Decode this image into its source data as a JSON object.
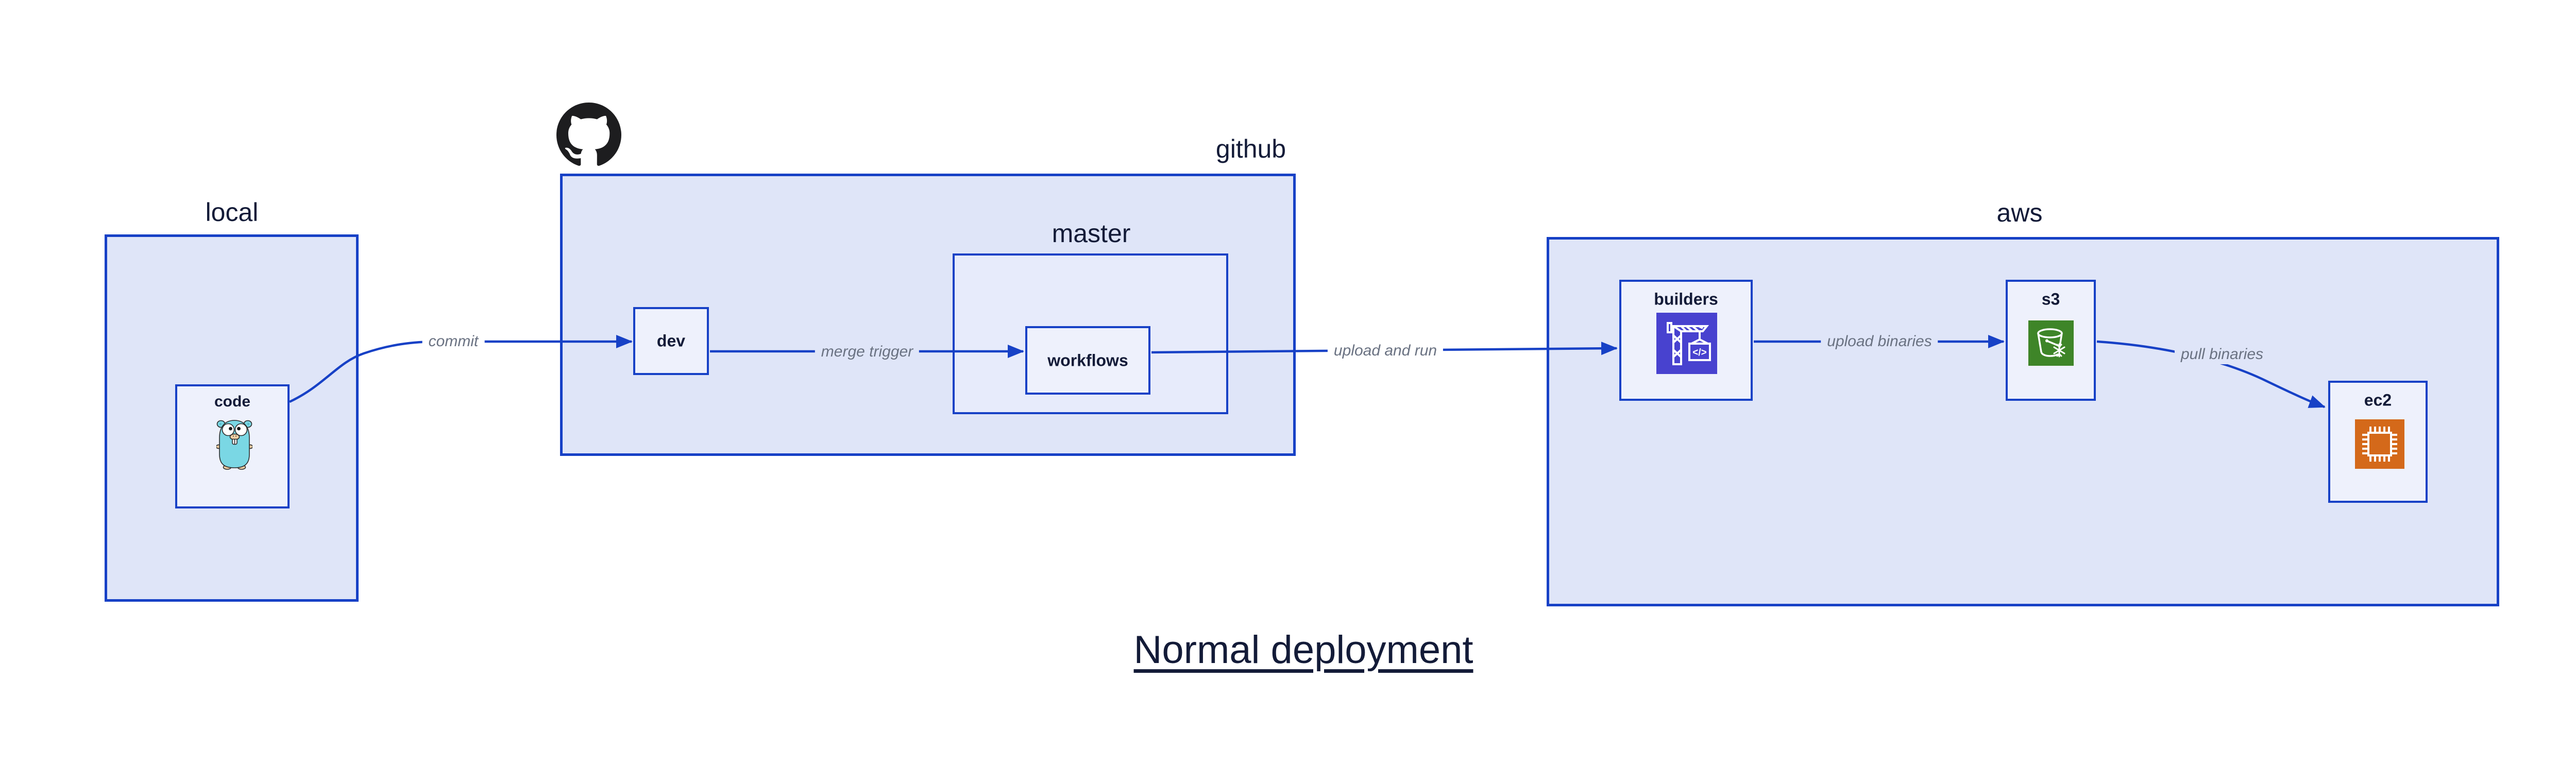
{
  "diagram_title": {
    "text": "Normal deployment"
  },
  "groups": {
    "local": {
      "label": "local"
    },
    "github": {
      "label": "github"
    },
    "master": {
      "label": "master"
    },
    "aws": {
      "label": "aws"
    }
  },
  "nodes": {
    "code": {
      "label": "code"
    },
    "dev": {
      "label": "dev"
    },
    "workflows": {
      "label": "workflows"
    },
    "builders": {
      "label": "builders"
    },
    "s3": {
      "label": "s3"
    },
    "ec2": {
      "label": "ec2"
    }
  },
  "edges": {
    "commit": {
      "label": "commit"
    },
    "merge_trigger": {
      "label": "merge trigger"
    },
    "upload_and_run": {
      "label": "upload and run"
    },
    "upload_binaries": {
      "label": "upload binaries"
    },
    "pull_binaries": {
      "label": "pull binaries"
    }
  },
  "icons": {
    "github_logo": "github-octocat-icon",
    "code": "go-gopher-icon",
    "builders": "build-crane-icon",
    "builders_glyph": "</>",
    "s3": "s3-bucket-icon",
    "ec2": "cpu-chip-icon"
  },
  "colors": {
    "line_blue": "#1741c6",
    "group_fill": "#dfe5f8",
    "master_fill": "#e7ebfb",
    "node_fill": "#eef1fc",
    "label_navy": "#131b38",
    "edge_label_gray": "#6a7282",
    "builders_icon_bg": "#4842cf",
    "s3_icon_bg": "#3e8528",
    "ec2_icon_bg": "#d4691a",
    "gopher_teal": "#7ad7e4",
    "github_black": "#1d1d1f",
    "canvas_white": "#ffffff"
  }
}
